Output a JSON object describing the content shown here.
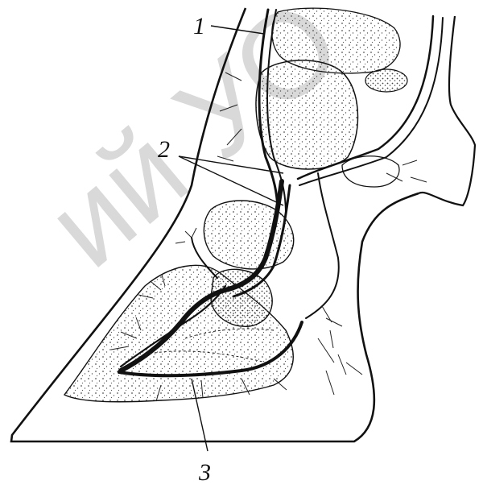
{
  "watermark": {
    "text": "ий УО"
  },
  "labels": {
    "callout_1": "1",
    "callout_2": "2",
    "callout_3": "3"
  },
  "colors": {
    "ink": "#111111",
    "stipple": "#555555",
    "watermark": "#d9d9d9"
  }
}
